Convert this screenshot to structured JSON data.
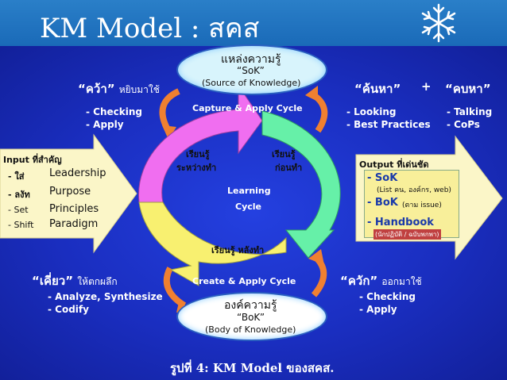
{
  "title": "KM Model  : สคส",
  "sok": {
    "line1": "แหล่งความรู้",
    "line2": "“SoK”",
    "line3": "(Source of Knowledge)"
  },
  "bok": {
    "line1": "องค์ความรู้",
    "line2": "“BoK”",
    "line3": "(Body of Knowledge)"
  },
  "capture_cycle": "Capture & Apply Cycle",
  "create_cycle": "Create & Apply Cycle",
  "learning": {
    "line1": "Learning",
    "line2": "Cycle"
  },
  "arc_labels": {
    "between": {
      "line1": "เรียนรู้",
      "line2": "ระหว่างทำ"
    },
    "before": {
      "line1": "เรียนรู้",
      "line2": "ก่อนทำ"
    },
    "after": "เรียนรู้  หลังทำ"
  },
  "top_left": {
    "heading": "“คว้า”",
    "sub": "หยิบมาใช้",
    "items": [
      "- Checking",
      "- Apply"
    ]
  },
  "top_right": {
    "h1": "“ค้นหา”",
    "plus": "+",
    "h2": "“คบหา”",
    "col1": [
      "- Looking",
      "- Best Practices"
    ],
    "col2": [
      "- Talking",
      "- CoPs"
    ]
  },
  "bottom_left": {
    "heading": "“เคี่ยว”",
    "sub": "ให้ตกผลึก",
    "items": [
      "- Analyze, Synthesize",
      "- Codify"
    ]
  },
  "bottom_right": {
    "heading": "“ควัก”",
    "sub": "ออกมาใช้",
    "items": [
      "- Checking",
      "- Apply"
    ]
  },
  "input": {
    "heading": "Input  ที่สำคัญ",
    "rows": [
      {
        "th": "- ใส่",
        "en": "Leadership"
      },
      {
        "th": "- ลงัท",
        "en": "Purpose"
      },
      {
        "th": "- Set",
        "en": "Principles"
      },
      {
        "th": "- Shift",
        "en": "Paradigm"
      }
    ]
  },
  "output": {
    "heading": "Output  ที่เด่นชัด",
    "sok": "- SoK",
    "sok_sub": "(List คน, องค์กร, web)",
    "bok": "- BoK",
    "bok_sub": "(ตาม issue)",
    "handbook": "- Handbook",
    "handbook_sub": "(นักปฏิบัติ / ฉบับพกพา)"
  },
  "caption": "รูปที่ 4: KM Model ของสคส.",
  "colors": {
    "bg": "#1a2ec0",
    "titlebar": "#1a6ab8",
    "pink": "#f06ef0",
    "green": "#66f0a8",
    "yellow": "#f8f070",
    "arrow_pale": "#fbf6c8",
    "orange": "#f08030"
  }
}
